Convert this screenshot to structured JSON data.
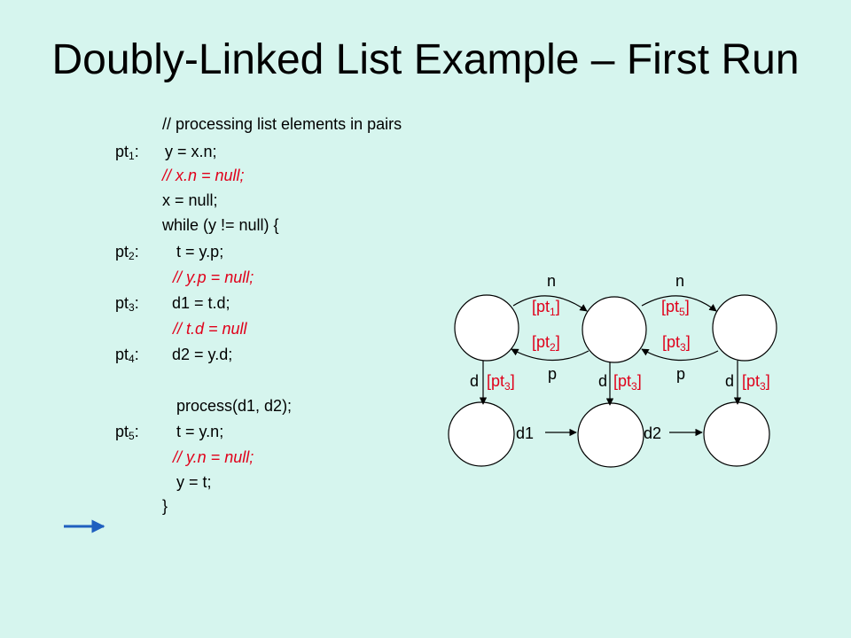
{
  "title": "Doubly-Linked List Example – First Run",
  "code": {
    "comment": "// processing list elements in pairs",
    "lines": [
      {
        "label": "pt",
        "sub": "1",
        "text": "y = x.n;"
      },
      {
        "text": "// x.n = null;"
      },
      {
        "text": "x = null;"
      },
      {
        "text": "while (y != null) {"
      },
      {
        "label": "pt",
        "sub": "2",
        "text": "t = y.p;"
      },
      {
        "text": "// y.p = null;"
      },
      {
        "label": "pt",
        "sub": "3",
        "text": "d1 = t.d;"
      },
      {
        "text": "// t.d = null"
      },
      {
        "label": "pt",
        "sub": "4",
        "text": "d2 = y.d;"
      },
      {
        "text": "process(d1, d2);"
      },
      {
        "label": "pt",
        "sub": "5",
        "text": "t = y.n;"
      },
      {
        "text": "// y.n = null;"
      },
      {
        "text": "y = t;"
      },
      {
        "text": "}"
      }
    ]
  },
  "diagram": {
    "edge_labels": {
      "n_left": "n",
      "n_right": "n",
      "p_left": "p",
      "p_right": "p",
      "d_left": "d",
      "d_mid": "d",
      "d_right": "d"
    },
    "tags": {
      "pt1": "[pt1]",
      "pt5": "[pt5]",
      "pt2": "[pt2]",
      "pt3_upper": "[pt3]",
      "pt3_left": "[pt3]",
      "pt3_mid": "[pt3]",
      "pt3_right": "[pt3]"
    },
    "tag_parts": {
      "open": "[",
      "close": "]",
      "pt": "pt",
      "one": "1",
      "two": "2",
      "three": "3",
      "five": "5"
    },
    "var_labels": {
      "d1": "d1",
      "d2": "d2"
    }
  },
  "colors": {
    "background": "#d6f5ee",
    "comment_red": "#e0001a",
    "tag_red": "#e0001a",
    "pointer_arrow": "#1f5fbf"
  }
}
